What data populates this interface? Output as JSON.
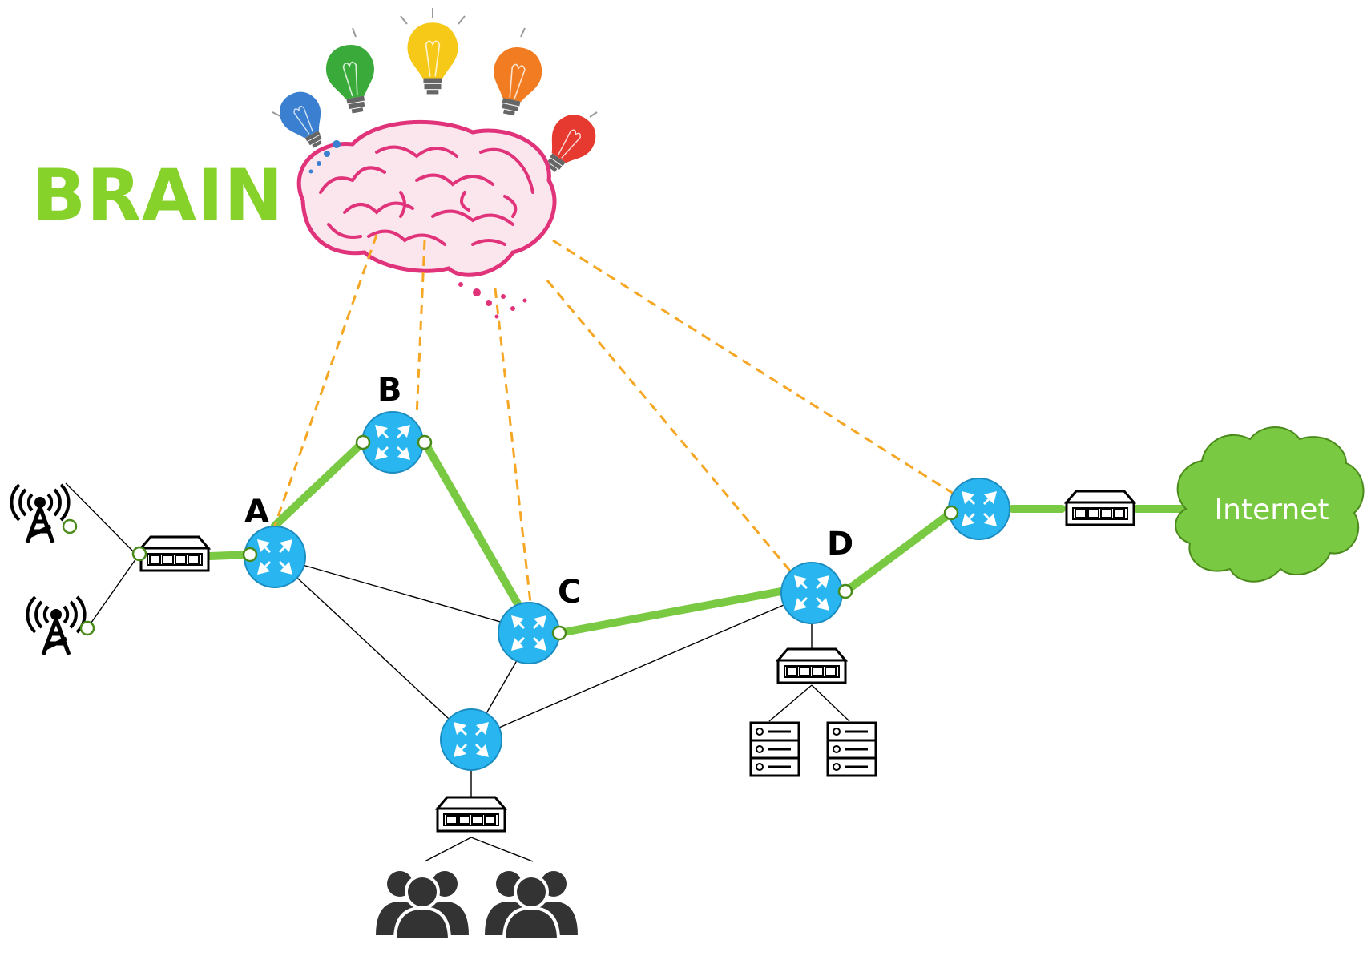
{
  "title": "BRAIN",
  "colors": {
    "title": "#86d12a",
    "link_primary": "#7ac943",
    "link_control": "#f5a623",
    "router_fill": "#29b6f0",
    "cloud_fill": "#7ac943",
    "brain": "#e0337a"
  },
  "nodes": {
    "A": {
      "label": "A"
    },
    "B": {
      "label": "B"
    },
    "C": {
      "label": "C"
    },
    "D": {
      "label": "D"
    }
  },
  "cloud": {
    "label": "Internet"
  },
  "icons": [
    "brain-icon",
    "lightbulb-icon",
    "router-icon",
    "switch-icon",
    "cell-tower-icon",
    "server-icon",
    "users-icon",
    "cloud-icon"
  ]
}
